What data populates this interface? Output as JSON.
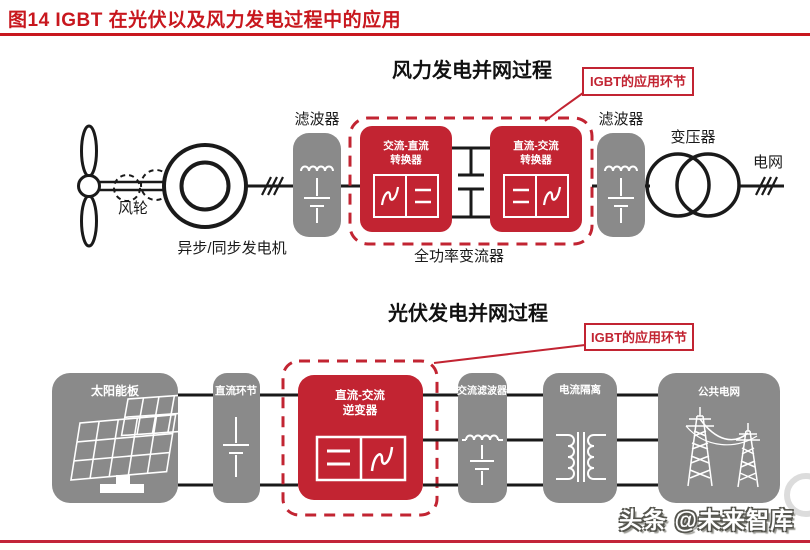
{
  "header": {
    "title": "图14  IGBT 在光伏以及风力发电过程中的应用"
  },
  "wind": {
    "title": "风力发电并网过程",
    "callout": "IGBT的应用环节",
    "labels": {
      "rotor": "风轮",
      "generator": "异步/同步发电机",
      "filter_left": "滤波器",
      "acdc_line1": "交流-直流",
      "acdc_line2": "转换器",
      "dcac_line1": "直流-交流",
      "dcac_line2": "转换器",
      "full_power_converter": "全功率变流器",
      "filter_right": "滤波器",
      "transformer": "变压器",
      "grid": "电网"
    }
  },
  "pv": {
    "title": "光伏发电并网过程",
    "callout": "IGBT的应用环节",
    "labels": {
      "solar_panel": "太阳能板",
      "dc_link": "直流环节",
      "inverter_line1": "直流-交流",
      "inverter_line2": "逆变器",
      "ac_filter": "交流滤波器",
      "isolation": "电流隔离",
      "public_grid": "公共电网"
    }
  },
  "symbols": {
    "ac_wave": "∿",
    "dc_equals": "="
  },
  "colors": {
    "accent_red": "#C22432",
    "header_red": "#C8171E",
    "box_gray": "#8A8A8A",
    "line_black": "#1A1A1A"
  },
  "footer": {
    "watermark": "头条 @未来智库"
  }
}
